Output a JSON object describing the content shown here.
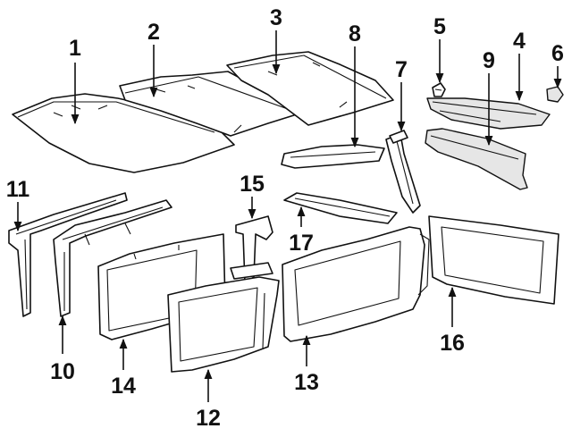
{
  "callouts": [
    {
      "id": "1",
      "text": "1"
    },
    {
      "id": "2",
      "text": "2"
    },
    {
      "id": "3",
      "text": "3"
    },
    {
      "id": "4",
      "text": "4"
    },
    {
      "id": "5",
      "text": "5"
    },
    {
      "id": "6",
      "text": "6"
    },
    {
      "id": "7",
      "text": "7"
    },
    {
      "id": "8",
      "text": "8"
    },
    {
      "id": "9",
      "text": "9"
    },
    {
      "id": "10",
      "text": "10"
    },
    {
      "id": "11",
      "text": "11"
    },
    {
      "id": "12",
      "text": "12"
    },
    {
      "id": "13",
      "text": "13"
    },
    {
      "id": "14",
      "text": "14"
    },
    {
      "id": "15",
      "text": "15"
    },
    {
      "id": "16",
      "text": "16"
    },
    {
      "id": "17",
      "text": "17"
    }
  ],
  "colors": {
    "line": "#111111",
    "background": "#ffffff",
    "shade": "#e6e6e6"
  }
}
